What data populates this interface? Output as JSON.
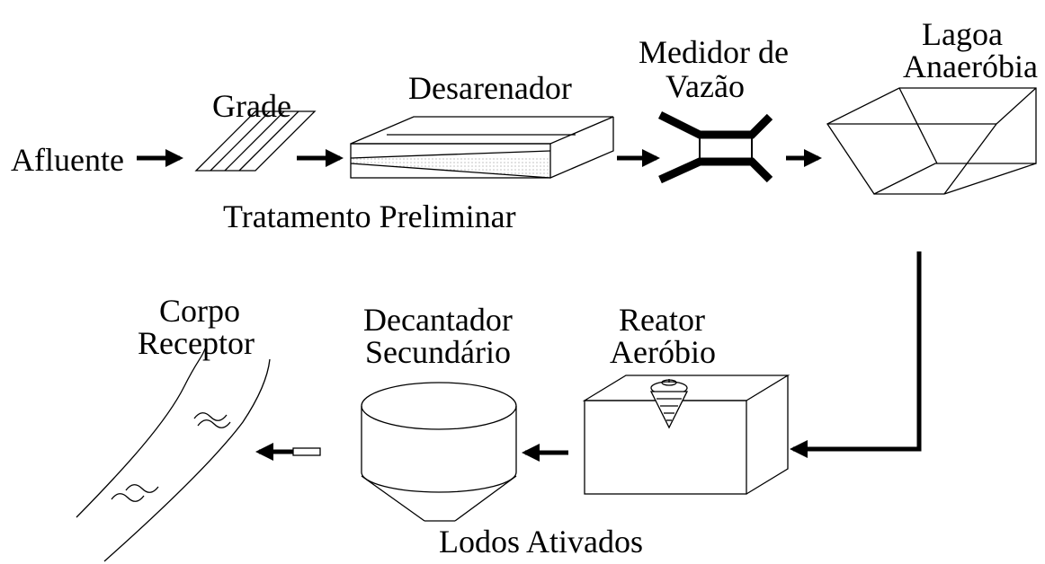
{
  "labels": {
    "afluente": "Afluente",
    "grade": "Grade",
    "desarenador": "Desarenador",
    "medidor_line1": "Medidor de",
    "medidor_line2": "Vazão",
    "lagoa_line1": "Lagoa",
    "lagoa_line2": "Anaeróbia",
    "tratamento_preliminar": "Tratamento Preliminar",
    "corpo_line1": "Corpo",
    "corpo_line2": "Receptor",
    "decantador_line1": "Decantador",
    "decantador_line2": "Secundário",
    "reator_line1": "Reator",
    "reator_line2": "Aeróbio",
    "lodos_ativados": "Lodos Ativados"
  },
  "colors": {
    "stroke": "#000000",
    "background": "#ffffff"
  }
}
